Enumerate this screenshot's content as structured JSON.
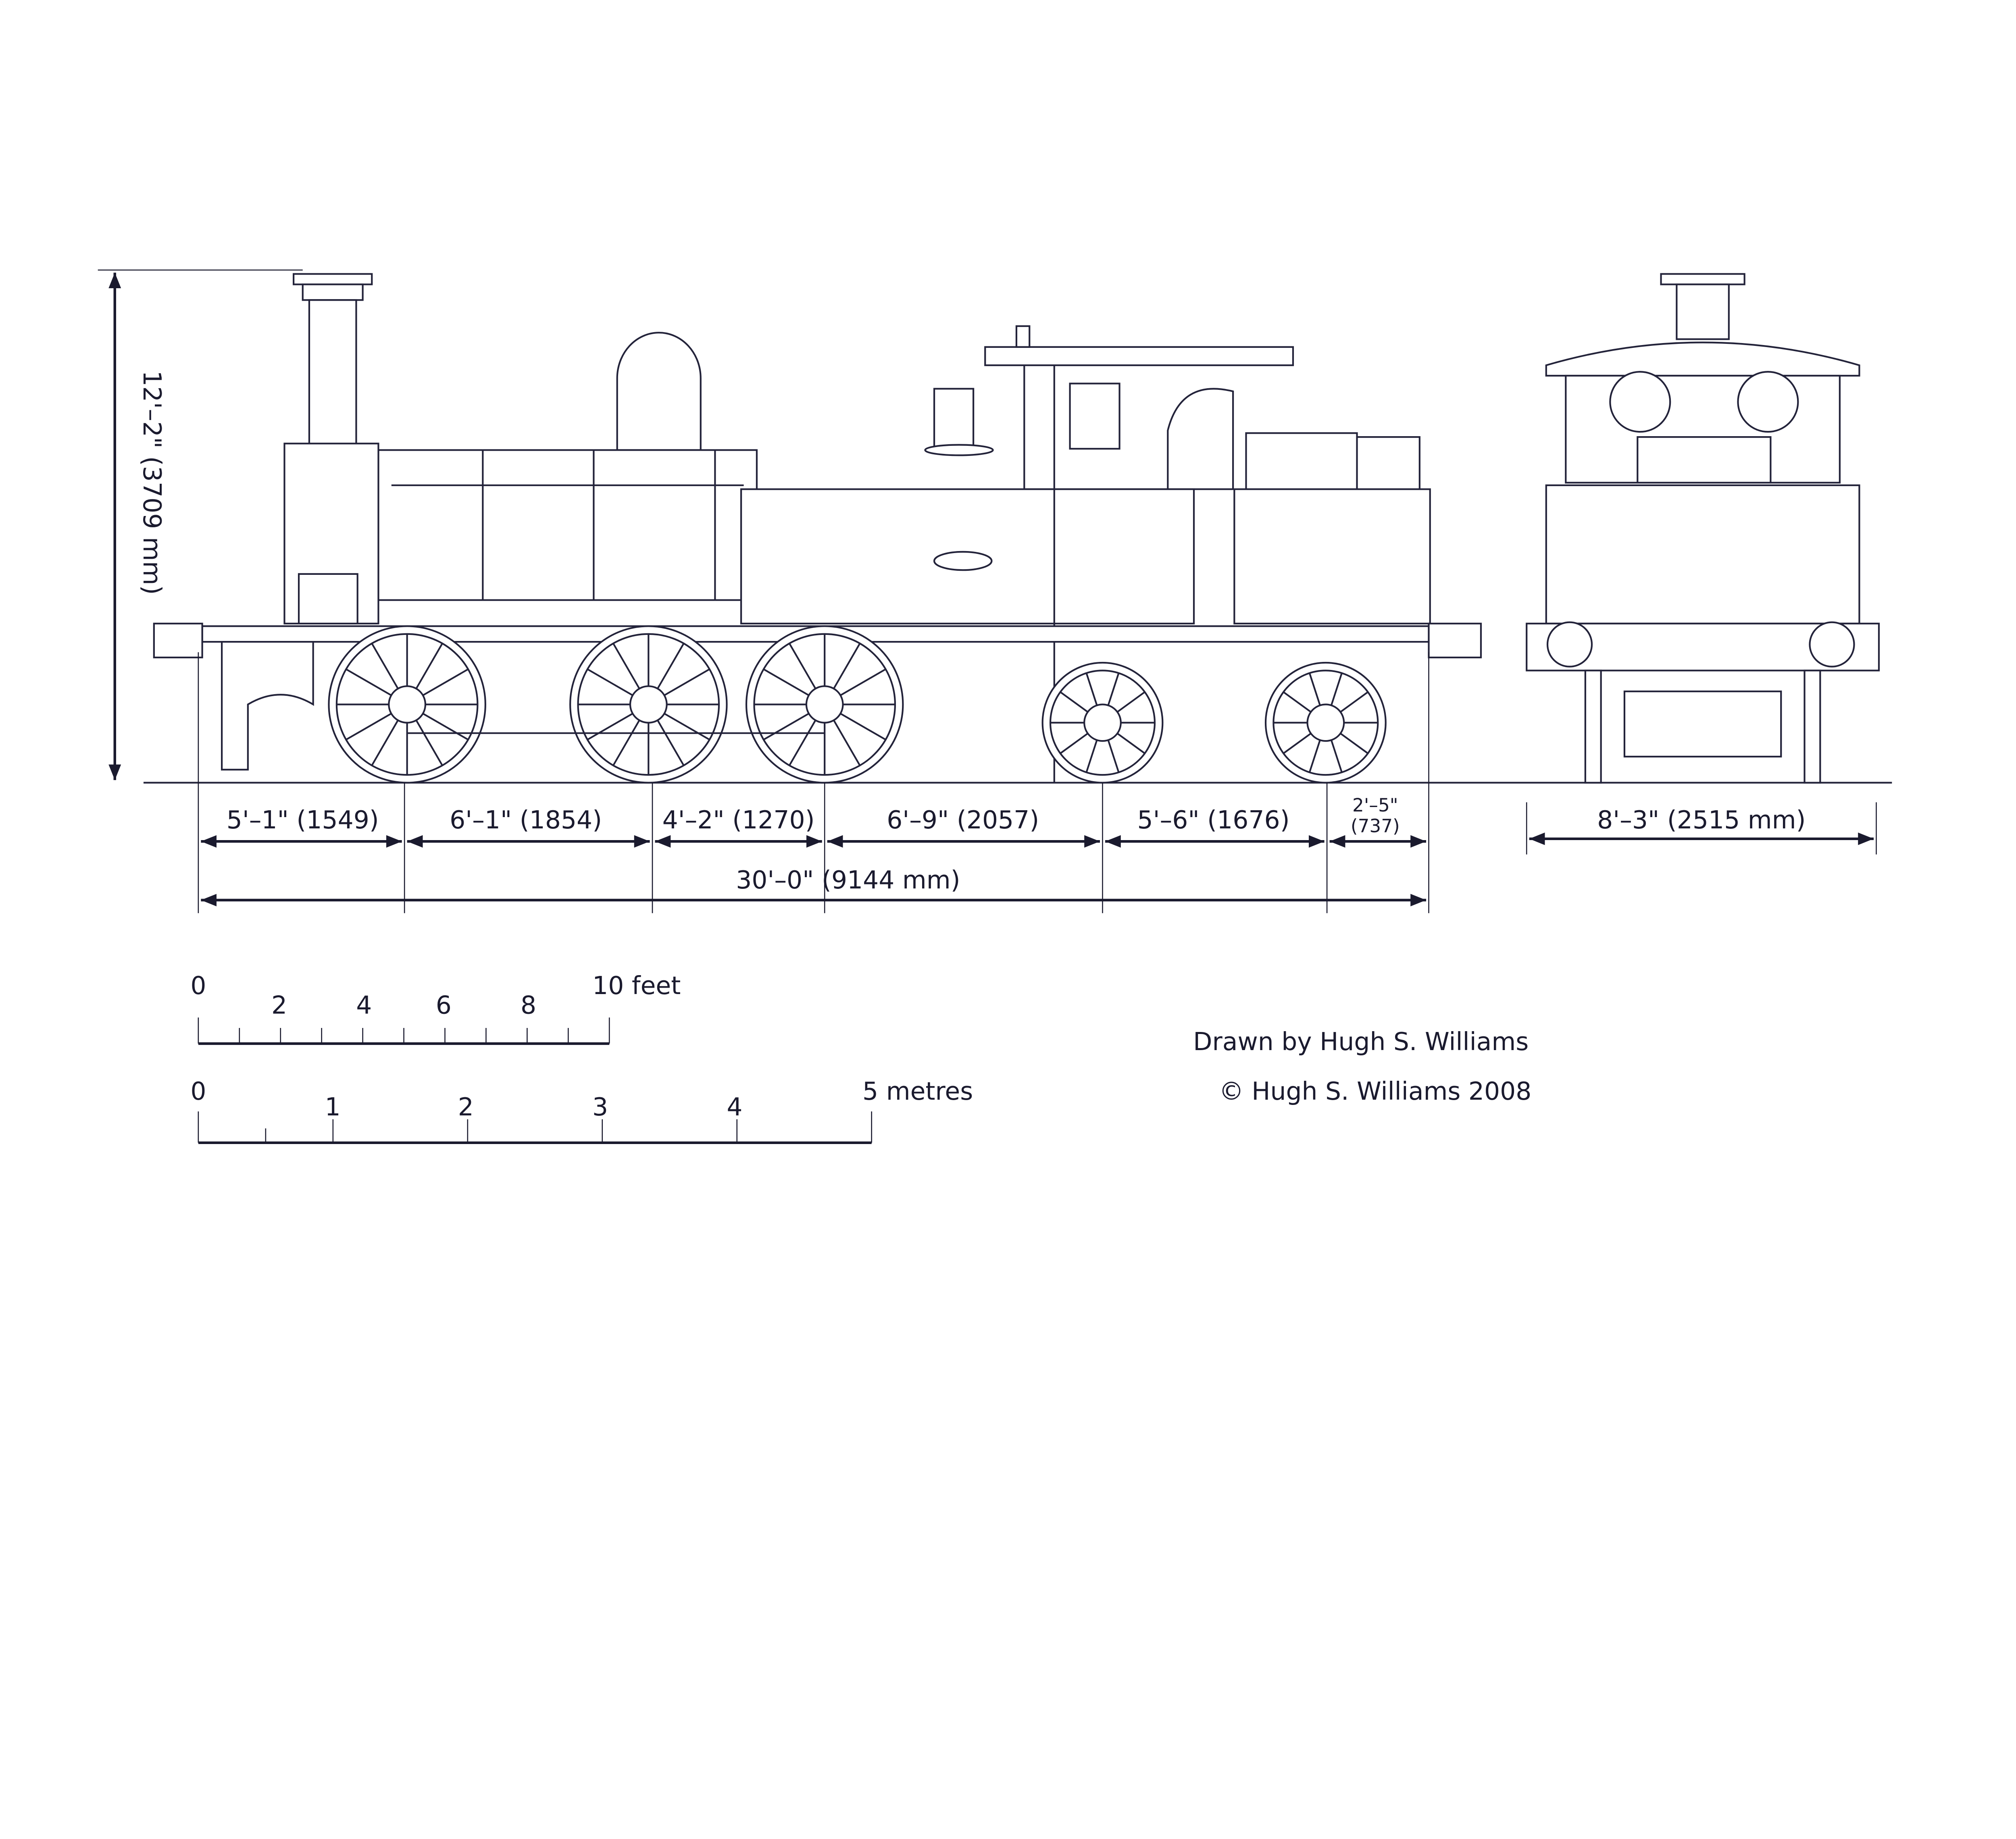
{
  "drawing": {
    "height_label": "12'–2\" (3709 mm)",
    "wheelbase_segments": [
      {
        "label": "5'–1\" (1549)"
      },
      {
        "label": "6'–1\" (1854)"
      },
      {
        "label": "4'–2\" (1270)"
      },
      {
        "label": "6'–9\" (2057)"
      },
      {
        "label": "5'–6\" (1676)"
      },
      {
        "label_line1": "2'–5\"",
        "label_line2": "(737)"
      }
    ],
    "overall_length_label": "30'–0\" (9144 mm)",
    "width_label": "8'–3\" (2515 mm)"
  },
  "scales": {
    "feet": {
      "ticks": [
        "0",
        "2",
        "4",
        "6",
        "8"
      ],
      "end_label": "10 feet"
    },
    "metres": {
      "ticks": [
        "0",
        "1",
        "2",
        "3",
        "4"
      ],
      "end_label": "5 metres"
    }
  },
  "credits": {
    "drawn_by": "Drawn by Hugh S. Williams",
    "copyright": "© Hugh S. Williams 2008"
  },
  "colors": {
    "ink": "#1a1a2e",
    "background": "#ffffff"
  }
}
